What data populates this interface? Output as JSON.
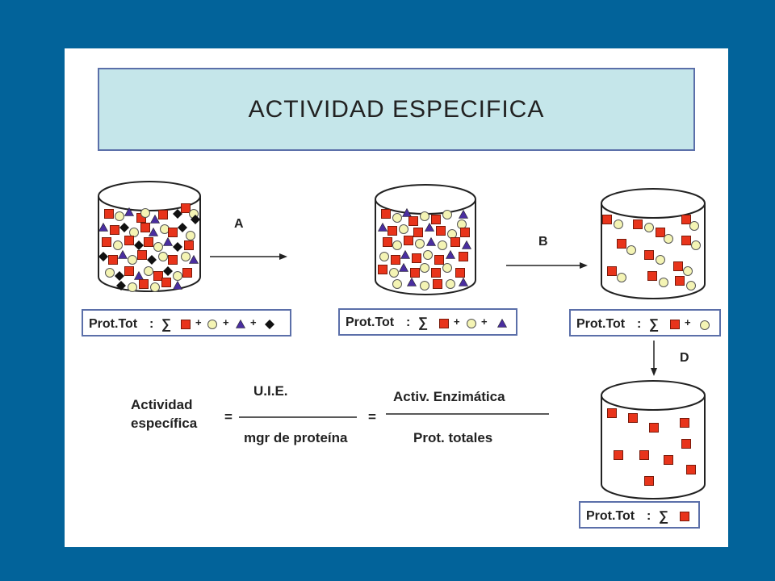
{
  "title": "ACTIVIDAD  ESPECIFICA",
  "steps": {
    "a": "A",
    "b": "B",
    "d": "D"
  },
  "prot_boxes": [
    {
      "label": "Prot.Tot",
      "sigma": "∑",
      "plus": "+"
    },
    {
      "label": "Prot.Tot",
      "sigma": "∑",
      "plus": "+"
    },
    {
      "label": "Prot.Tot",
      "sigma": "∑",
      "plus": "+"
    },
    {
      "label": "Prot.Tot",
      "sigma": "∑"
    }
  ],
  "formula": {
    "lhs_line1": "Actividad",
    "lhs_line2": "específica",
    "eq": "=",
    "frac1_num": "U.I.E.",
    "frac1_den": "mgr de proteína",
    "frac2_num": "Activ. Enzimática",
    "frac2_den": "Prot. totales"
  },
  "colors": {
    "background": "#02639a",
    "square": "#e8341b",
    "circle": "#f4f4b4",
    "triangle": "#4a2ea0",
    "diamond": "#111111",
    "title_fill": "#c5e6ea",
    "box_border": "#5b6fa9"
  }
}
